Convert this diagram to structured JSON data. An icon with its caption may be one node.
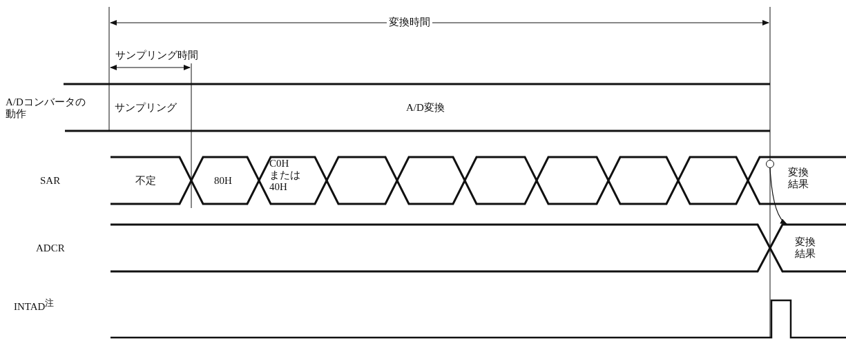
{
  "diagram": {
    "nodes": [
      {
        "text": [],
        "shape": "circle"
      },
      {
        "text": [
          "変換結果"
        ]
      }
    ],
    "edges": [
      {
        "from": 0,
        "to": 1,
        "arrow": "to"
      }
    ],
    "labels": [
      "変換時間",
      "サンプリング時間",
      "A/Dコンバータの動作",
      "サンプリング",
      "A/D変換",
      "SAR",
      "不定",
      "80H",
      "C0H または 40H",
      "変換結果",
      "ADCR",
      "INTAD$^{注}$"
    ]
  }
}
